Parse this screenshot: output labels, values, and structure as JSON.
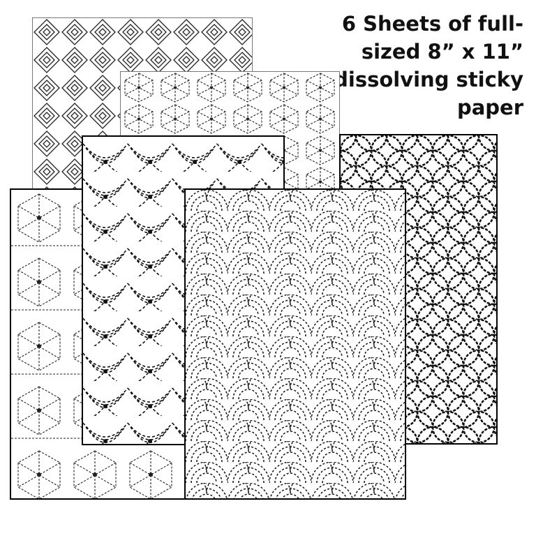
{
  "headline": "6 Sheets of full-\nsized 8” x 11”\ndissolving sticky\npaper",
  "colors": {
    "background": "#ffffff",
    "stitch": "#111111",
    "border": "#000000"
  },
  "sheets": [
    {
      "id": "sheet-1",
      "pattern": "masu-zashi-square-stepped"
    },
    {
      "id": "sheet-2",
      "pattern": "asanoha-hemp-leaf-star"
    },
    {
      "id": "sheet-3",
      "pattern": "shippo-interlocking-circles"
    },
    {
      "id": "sheet-4",
      "pattern": "asanoha-hexagon-star"
    },
    {
      "id": "sheet-5",
      "pattern": "seigaiha-scallop"
    },
    {
      "id": "sheet-6",
      "pattern": "seigaiha-concentric-waves"
    }
  ]
}
